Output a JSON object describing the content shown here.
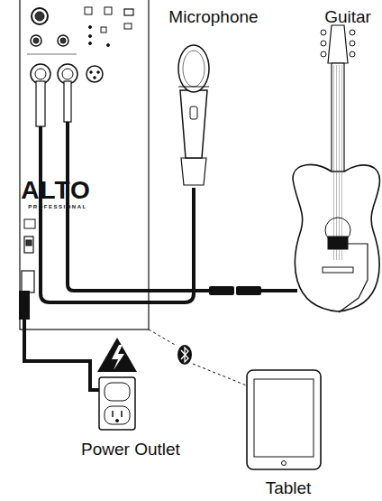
{
  "diagram": {
    "labels": [
      "Microphone",
      "Guitar",
      "ALTO",
      "PROFESSIONAL",
      "Power Outlet",
      "Tablet"
    ]
  }
}
